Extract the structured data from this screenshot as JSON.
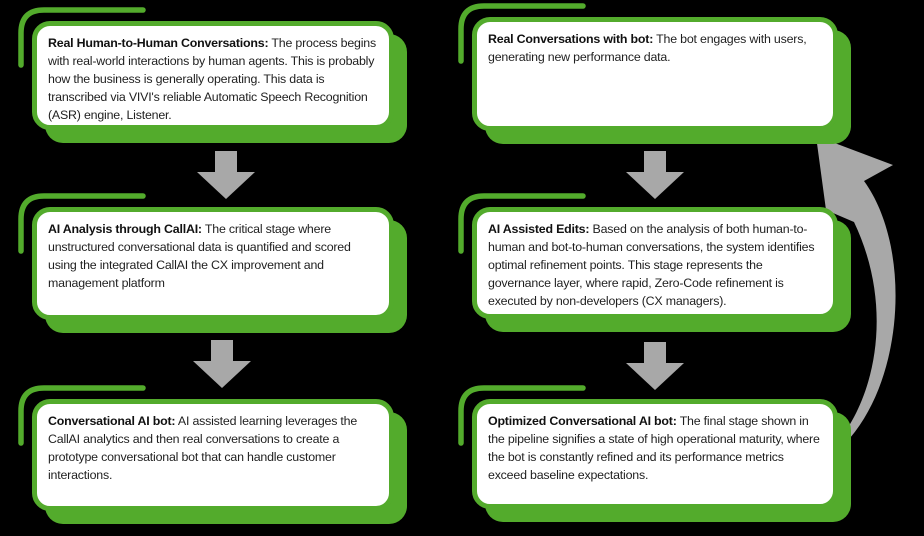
{
  "theme": {
    "background": "#000000",
    "accent_green": "#53ab2c",
    "arrow_gray": "#a8a8a8",
    "card_bg": "#ffffff",
    "text_color": "#1f1f1f"
  },
  "icons": {
    "down_arrow": "down-block-arrow",
    "cycle_arrow": "curved-loop-back-arrow"
  },
  "diagram": {
    "columns": [
      {
        "name": "human-side-pipeline",
        "steps": [
          {
            "title": "Real Human-to-Human Conversations:",
            "body": "The process begins with real-world interactions by human agents. This is probably how the business is generally operating. This data is transcribed via VIVI's reliable Automatic Speech Recognition (ASR) engine, Listener."
          },
          {
            "title": "AI Analysis through CallAI:",
            "body": "The critical stage where unstructured conversational data is quantified and scored using the integrated CallAI the CX improvement and management platform"
          },
          {
            "title": "Conversational AI bot:",
            "body": "AI assisted learning leverages the CallAI analytics and then real conversations to create a prototype conversational bot that can handle customer interactions."
          }
        ]
      },
      {
        "name": "bot-side-pipeline",
        "steps": [
          {
            "title": "Real Conversations with bot:",
            "body": "The bot engages with users, generating new performance data."
          },
          {
            "title": "AI Assisted Edits:",
            "body": "Based on the analysis of both human-to-human and bot-to-human conversations, the system identifies optimal refinement points. This stage represents the governance layer, where rapid, Zero-Code refinement is executed by non-developers (CX managers)."
          },
          {
            "title": "Optimized Conversational AI bot:",
            "body": "The final stage shown in the pipeline signifies a state of high operational maturity, where the bot is constantly refined and its performance metrics exceed baseline expectations."
          }
        ]
      }
    ]
  }
}
